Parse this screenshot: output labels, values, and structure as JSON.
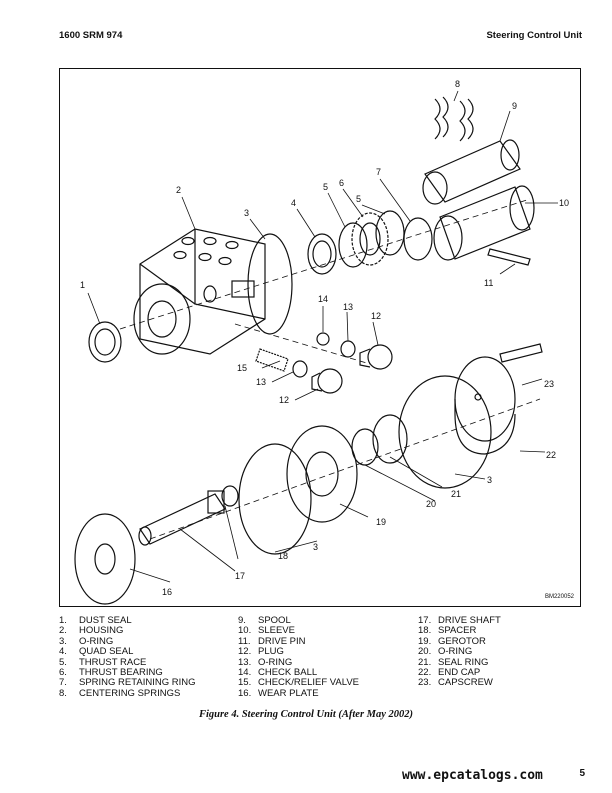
{
  "header": {
    "left": "1600 SRM 974",
    "right": "Steering Control Unit"
  },
  "figure": {
    "code": "BM220052",
    "callouts": {
      "c1": "1",
      "c2": "2",
      "c3a": "3",
      "c4": "4",
      "c5a": "5",
      "c5b": "5",
      "c6": "6",
      "c7": "7",
      "c8": "8",
      "c9": "9",
      "c10": "10",
      "c11": "11",
      "c12a": "12",
      "c12b": "12",
      "c13a": "13",
      "c13b": "13",
      "c14": "14",
      "c15": "15",
      "c16": "16",
      "c17": "17",
      "c18": "18",
      "c3b": "3",
      "c19": "19",
      "c20": "20",
      "c21": "21",
      "c3c": "3",
      "c22": "22",
      "c23": "23"
    }
  },
  "legend": {
    "col1": [
      {
        "n": "1.",
        "label": "DUST SEAL"
      },
      {
        "n": "2.",
        "label": "HOUSING"
      },
      {
        "n": "3.",
        "label": "O-RING"
      },
      {
        "n": "4.",
        "label": "QUAD SEAL"
      },
      {
        "n": "5.",
        "label": "THRUST RACE"
      },
      {
        "n": "6.",
        "label": "THRUST BEARING"
      },
      {
        "n": "7.",
        "label": "SPRING RETAINING RING"
      },
      {
        "n": "8.",
        "label": "CENTERING SPRINGS"
      }
    ],
    "col2": [
      {
        "n": "9.",
        "label": "SPOOL"
      },
      {
        "n": "10.",
        "label": "SLEEVE"
      },
      {
        "n": "11.",
        "label": "DRIVE PIN"
      },
      {
        "n": "12.",
        "label": "PLUG"
      },
      {
        "n": "13.",
        "label": "O-RING"
      },
      {
        "n": "14.",
        "label": "CHECK BALL"
      },
      {
        "n": "15.",
        "label": "CHECK/RELIEF VALVE"
      },
      {
        "n": "16.",
        "label": "WEAR PLATE"
      }
    ],
    "col3": [
      {
        "n": "17.",
        "label": "DRIVE SHAFT"
      },
      {
        "n": "18.",
        "label": "SPACER"
      },
      {
        "n": "19.",
        "label": "GEROTOR"
      },
      {
        "n": "20.",
        "label": "O-RING"
      },
      {
        "n": "21.",
        "label": "SEAL RING"
      },
      {
        "n": "22.",
        "label": "END CAP"
      },
      {
        "n": "23.",
        "label": "CAPSCREW"
      }
    ]
  },
  "caption": "Figure 4.  Steering Control Unit (After May 2002)",
  "watermark": "www.epcatalogs.com",
  "page_number": "5"
}
